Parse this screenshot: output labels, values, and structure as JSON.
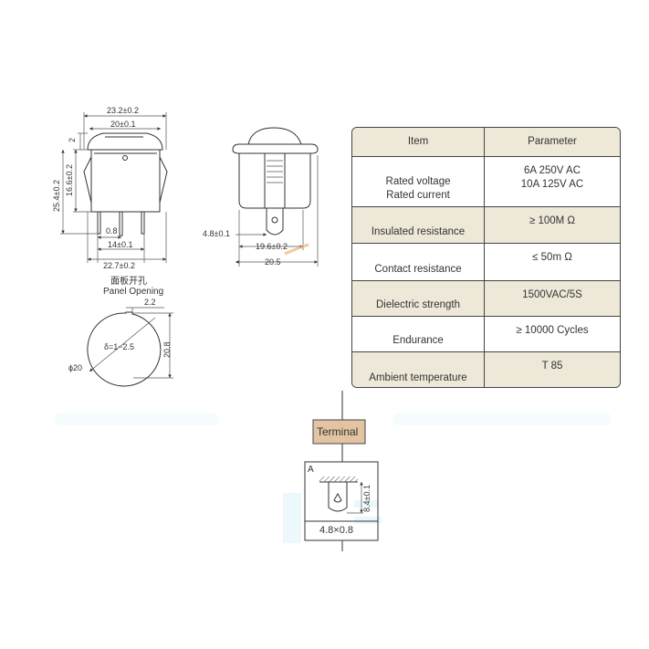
{
  "front_view": {
    "dim_width_top": "23.2±0.2",
    "dim_width_inner": "20±0.1",
    "dim_height_total": "25.4±0.2",
    "dim_height_body": "16.6±0.2",
    "dim_rocker": "2",
    "dim_pin": "0.8",
    "dim_pin_spacing": "14±0.1",
    "dim_base_width": "22.7±0.2"
  },
  "side_view": {
    "dim_terminal": "4.8±0.1",
    "dim_body": "19.6±0.2",
    "dim_overall": "20.5"
  },
  "panel_opening": {
    "title_cn": "面板开孔",
    "title_en": "Panel Opening",
    "dim_notch": "2.2",
    "dim_thickness": "δ=1~2.5",
    "dim_diameter": "ϕ20",
    "dim_height": "20.8"
  },
  "spec_table": {
    "header_item": "Item",
    "header_param": "Parameter",
    "rows": [
      {
        "item": [
          "Rated voltage",
          "Rated current"
        ],
        "param": [
          "6A  250V AC",
          "10A 125V AC"
        ]
      },
      {
        "item": [
          "Insulated resistance"
        ],
        "param": [
          "≥ 100M Ω"
        ]
      },
      {
        "item": [
          "Contact resistance"
        ],
        "param": [
          "≤ 50m Ω"
        ]
      },
      {
        "item": [
          "Dielectric strength"
        ],
        "param": [
          "1500VAC/5S"
        ]
      },
      {
        "item": [
          "Endurance"
        ],
        "param": [
          "≥ 10000 Cycles"
        ]
      },
      {
        "item": [
          "Ambient temperature"
        ],
        "param": [
          "T 85"
        ]
      }
    ]
  },
  "terminal": {
    "label": "Terminal",
    "view_letter": "A",
    "dim_height": "8.4±0.1",
    "dim_size": "4.8×0.8"
  },
  "colors": {
    "table_shade": "#ede8d8",
    "terminal_label_bg": "#e2c4a3",
    "faint_cyan": "#c8ecf4"
  }
}
